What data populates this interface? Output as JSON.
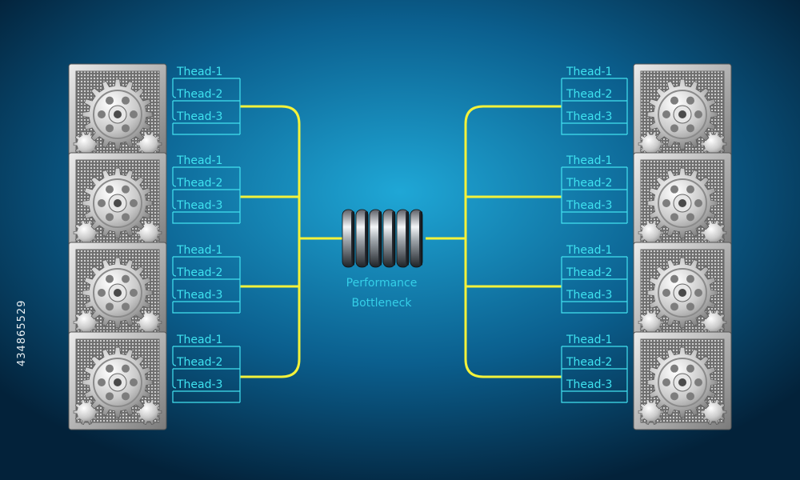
{
  "colors": {
    "bg_center": "#1fa7d6",
    "bg_edge": "#03223a",
    "connector": "#f4f23a",
    "thread_line": "#42e2f0",
    "label": "#3fe3f0"
  },
  "thread_labels": [
    "Thead-1",
    "Thead-2",
    "Thead-3"
  ],
  "processors": {
    "left": [
      {
        "icon": "gear-icon",
        "threads": [
          "Thead-1",
          "Thead-2",
          "Thead-3"
        ]
      },
      {
        "icon": "gear-icon",
        "threads": [
          "Thead-1",
          "Thead-2",
          "Thead-3"
        ]
      },
      {
        "icon": "gear-icon",
        "threads": [
          "Thead-1",
          "Thead-2",
          "Thead-3"
        ]
      },
      {
        "icon": "gear-icon",
        "threads": [
          "Thead-1",
          "Thead-2",
          "Thead-3"
        ]
      }
    ],
    "right": [
      {
        "icon": "gear-icon",
        "threads": [
          "Thead-1",
          "Thead-2",
          "Thead-3"
        ]
      },
      {
        "icon": "gear-icon",
        "threads": [
          "Thead-1",
          "Thead-2",
          "Thead-3"
        ]
      },
      {
        "icon": "gear-icon",
        "threads": [
          "Thead-1",
          "Thead-2",
          "Thead-3"
        ]
      },
      {
        "icon": "gear-icon",
        "threads": [
          "Thead-1",
          "Thead-2",
          "Thead-3"
        ]
      }
    ]
  },
  "bottleneck": {
    "icon": "database-disks-icon",
    "label_line1": "Performance",
    "label_line2": "Bottleneck"
  },
  "side_text": "434865529"
}
